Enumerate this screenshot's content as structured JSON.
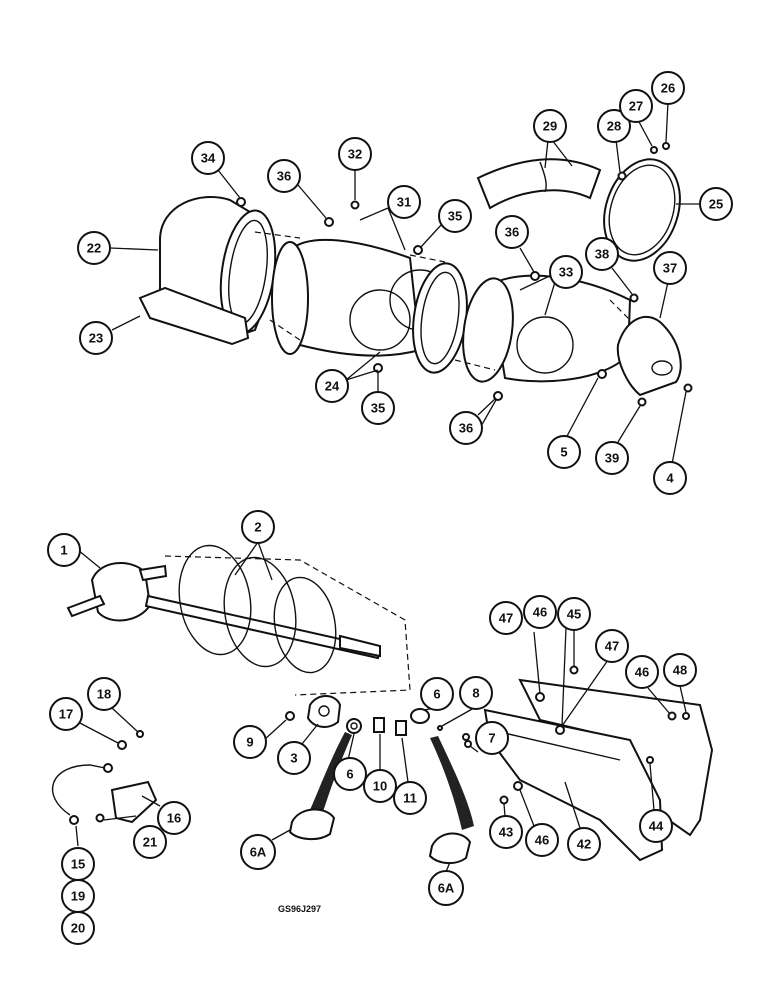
{
  "drawing_code": "GS96J297",
  "callouts": [
    {
      "id": "c22",
      "label": "22"
    },
    {
      "id": "c23",
      "label": "23"
    },
    {
      "id": "c34",
      "label": "34"
    },
    {
      "id": "c36a",
      "label": "36"
    },
    {
      "id": "c32",
      "label": "32"
    },
    {
      "id": "c31",
      "label": "31"
    },
    {
      "id": "c35a",
      "label": "35"
    },
    {
      "id": "c24",
      "label": "24"
    },
    {
      "id": "c35b",
      "label": "35"
    },
    {
      "id": "c36b",
      "label": "36"
    },
    {
      "id": "c33",
      "label": "33"
    },
    {
      "id": "c36c",
      "label": "36"
    },
    {
      "id": "c29",
      "label": "29"
    },
    {
      "id": "c28",
      "label": "28"
    },
    {
      "id": "c27",
      "label": "27"
    },
    {
      "id": "c26",
      "label": "26"
    },
    {
      "id": "c25",
      "label": "25"
    },
    {
      "id": "c38",
      "label": "38"
    },
    {
      "id": "c37",
      "label": "37"
    },
    {
      "id": "c5",
      "label": "5"
    },
    {
      "id": "c39",
      "label": "39"
    },
    {
      "id": "c4",
      "label": "4"
    },
    {
      "id": "c1",
      "label": "1"
    },
    {
      "id": "c2",
      "label": "2"
    },
    {
      "id": "c18",
      "label": "18"
    },
    {
      "id": "c17",
      "label": "17"
    },
    {
      "id": "c16",
      "label": "16"
    },
    {
      "id": "c15",
      "label": "15"
    },
    {
      "id": "c19",
      "label": "19"
    },
    {
      "id": "c20",
      "label": "20"
    },
    {
      "id": "c21",
      "label": "21"
    },
    {
      "id": "c9",
      "label": "9"
    },
    {
      "id": "c3",
      "label": "3"
    },
    {
      "id": "c6a",
      "label": "6"
    },
    {
      "id": "c6b",
      "label": "6"
    },
    {
      "id": "c10",
      "label": "10"
    },
    {
      "id": "c11",
      "label": "11"
    },
    {
      "id": "c8",
      "label": "8"
    },
    {
      "id": "c7",
      "label": "7"
    },
    {
      "id": "c6Aa",
      "label": "6A"
    },
    {
      "id": "c6Ab",
      "label": "6A"
    },
    {
      "id": "c47a",
      "label": "47"
    },
    {
      "id": "c46a",
      "label": "46"
    },
    {
      "id": "c45",
      "label": "45"
    },
    {
      "id": "c47b",
      "label": "47"
    },
    {
      "id": "c46b",
      "label": "46"
    },
    {
      "id": "c48",
      "label": "48"
    },
    {
      "id": "c43",
      "label": "43"
    },
    {
      "id": "c46c",
      "label": "46"
    },
    {
      "id": "c42",
      "label": "42"
    },
    {
      "id": "c44",
      "label": "44"
    }
  ]
}
